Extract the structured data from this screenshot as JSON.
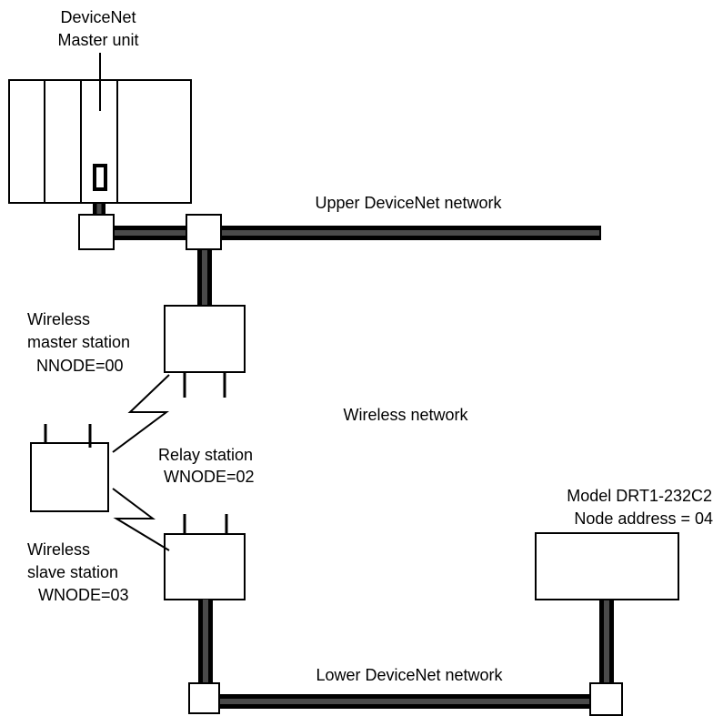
{
  "labels": {
    "master_unit_line1": "DeviceNet",
    "master_unit_line2": "Master unit",
    "upper_network": "Upper DeviceNet network",
    "wireless_master_line1": "Wireless",
    "wireless_master_line2": "master station",
    "wireless_master_line3": "NNODE=00",
    "wireless_network": "Wireless network",
    "relay_line1": "Relay station",
    "relay_line2": "WNODE=02",
    "drt_line1": "Model DRT1-232C2",
    "drt_line2": "Node address = 04",
    "wireless_slave_line1": "Wireless",
    "wireless_slave_line2": "slave station",
    "wireless_slave_line3": "WNODE=03",
    "lower_network": "Lower DeviceNet network"
  },
  "colors": {
    "cable": "#000000",
    "cable_core": "#4a4a4a",
    "line": "#000000",
    "background": "#ffffff"
  }
}
